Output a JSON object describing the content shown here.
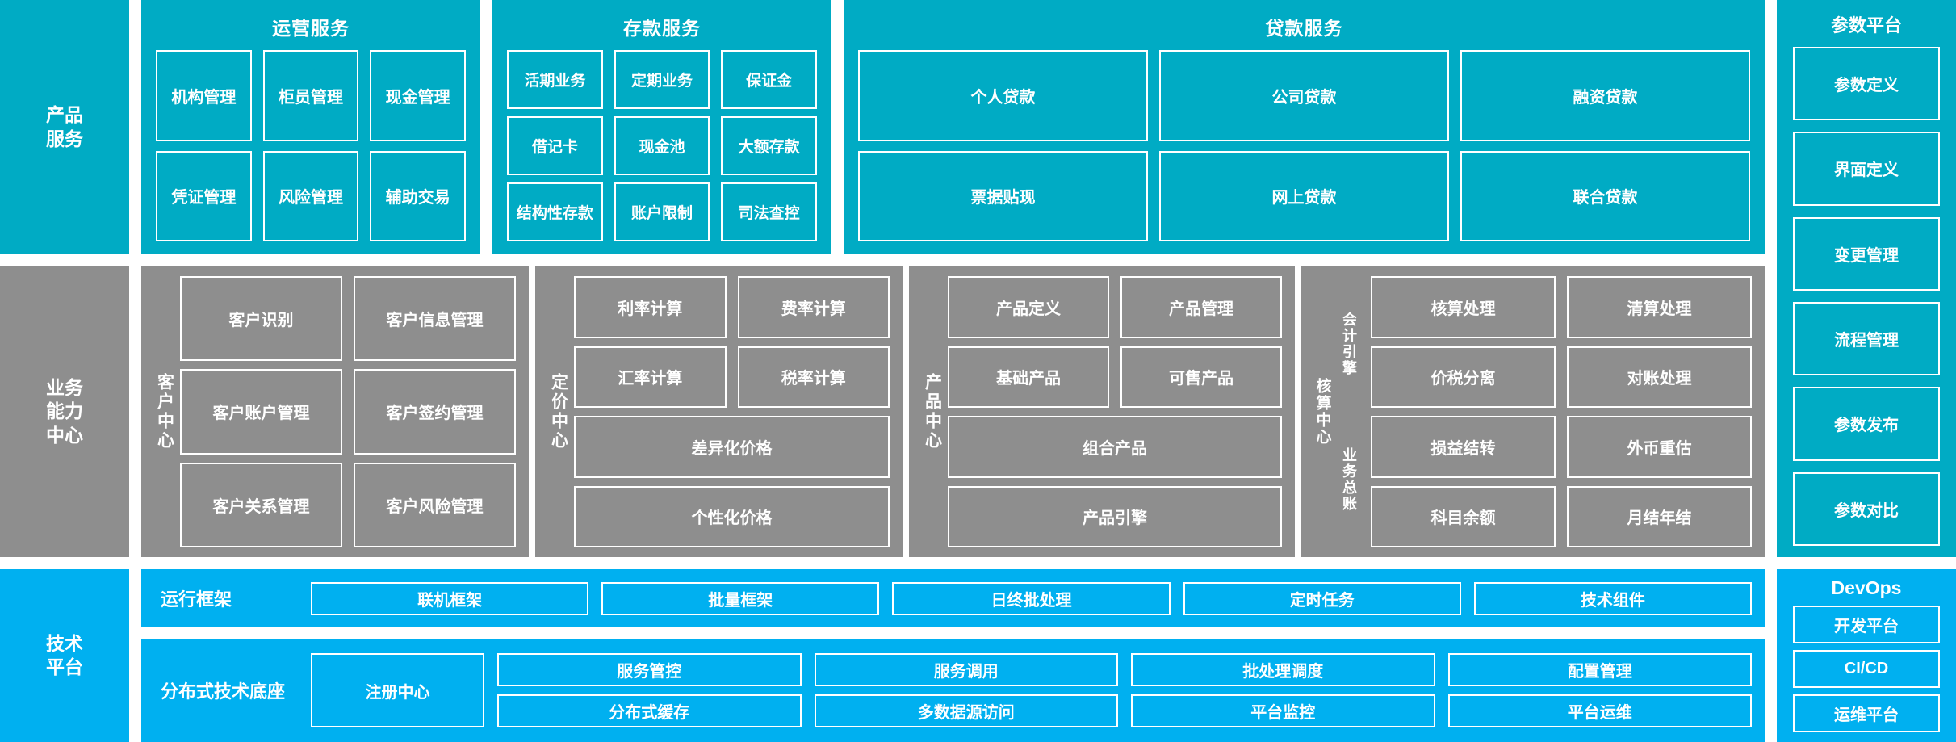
{
  "layers": {
    "product_services": "产品\n服务",
    "business_capability": "业务\n能力\n中心",
    "technical_platform": "技术\n平台"
  },
  "product_services": {
    "groups": [
      {
        "title": "运营服务",
        "tiles": [
          "机构管理",
          "柜员管理",
          "现金管理",
          "凭证管理",
          "风险管理",
          "辅助交易"
        ]
      },
      {
        "title": "存款服务",
        "tiles": [
          "活期业务",
          "定期业务",
          "保证金",
          "借记卡",
          "现金池",
          "大额存款",
          "结构性存款",
          "账户限制",
          "司法查控"
        ]
      },
      {
        "title": "贷款服务",
        "tiles": [
          "个人贷款",
          "公司贷款",
          "融资贷款",
          "票据贴现",
          "网上贷款",
          "联合贷款"
        ]
      }
    ]
  },
  "parameter_platform": {
    "title": "参数平台",
    "tiles": [
      "参数定义",
      "界面定义",
      "变更管理",
      "流程管理",
      "参数发布",
      "参数对比"
    ]
  },
  "business_capability": {
    "centers": [
      {
        "label": "客户中心",
        "tiles": [
          "客户识别",
          "客户信息管理",
          "客户账户管理",
          "客户签约管理",
          "客户关系管理",
          "客户风险管理"
        ]
      },
      {
        "label": "定价中心",
        "tiles": [
          "利率计算",
          "费率计算",
          "汇率计算",
          "税率计算",
          "差异化价格",
          "个性化价格"
        ]
      },
      {
        "label": "产品中心",
        "tiles": [
          "产品定义",
          "产品管理",
          "基础产品",
          "可售产品",
          "组合产品",
          "产品引擎"
        ]
      },
      {
        "label": "核算中心",
        "sublabels": [
          "会计引擎",
          "业务总账"
        ],
        "tiles": [
          "核算处理",
          "清算处理",
          "价税分离",
          "对账处理",
          "损益结转",
          "外币重估",
          "科目余额",
          "月结年结"
        ]
      }
    ]
  },
  "technical_platform": {
    "bands": [
      {
        "name": "运行框架",
        "tiles": [
          "联机框架",
          "批量框架",
          "日终批处理",
          "定时任务",
          "技术组件"
        ]
      },
      {
        "name": "分布式技术底座",
        "feature_tile": "注册中心",
        "tiles": [
          "服务管控",
          "服务调用",
          "批处理调度",
          "配置管理",
          "分布式缓存",
          "多数据源访问",
          "平台监控",
          "平台运维"
        ]
      }
    ]
  },
  "devops": {
    "title": "DevOps",
    "tiles": [
      "开发平台",
      "CI/CD",
      "运维平台"
    ]
  },
  "colors": {
    "teal": "#00ABC4",
    "gray": "#8E8E8E",
    "blue": "#00B0F0",
    "tile_border": "#FFFFFF",
    "text": "#FFFFFF"
  }
}
